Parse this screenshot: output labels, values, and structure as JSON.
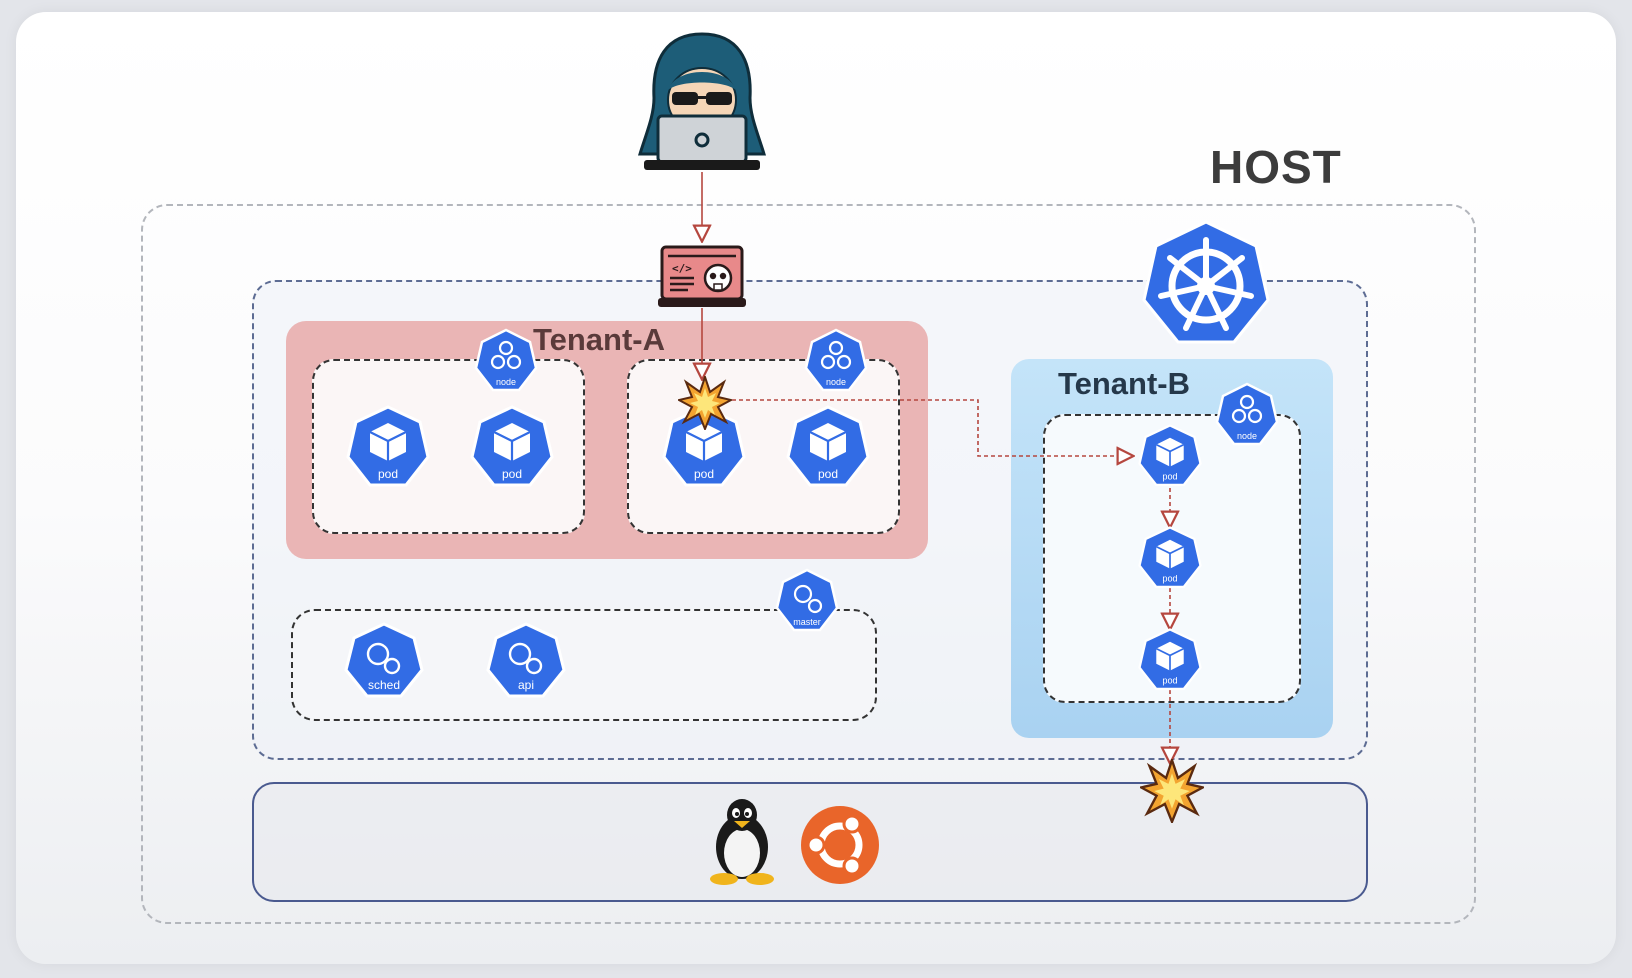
{
  "host": {
    "label": "HOST"
  },
  "tenant_a": {
    "label": "Tenant-A"
  },
  "tenant_b": {
    "label": "Tenant-B"
  },
  "icons": {
    "pod": "pod",
    "node": "node",
    "master": "master",
    "sched": "sched",
    "api": "api"
  },
  "colors": {
    "k8s_blue": "#326ce5",
    "tenant_a_bg": "#eab5b5",
    "tenant_b_bg": "#b6dbf5",
    "attack_path": "#b5473f",
    "ubuntu": "#e9652a"
  }
}
